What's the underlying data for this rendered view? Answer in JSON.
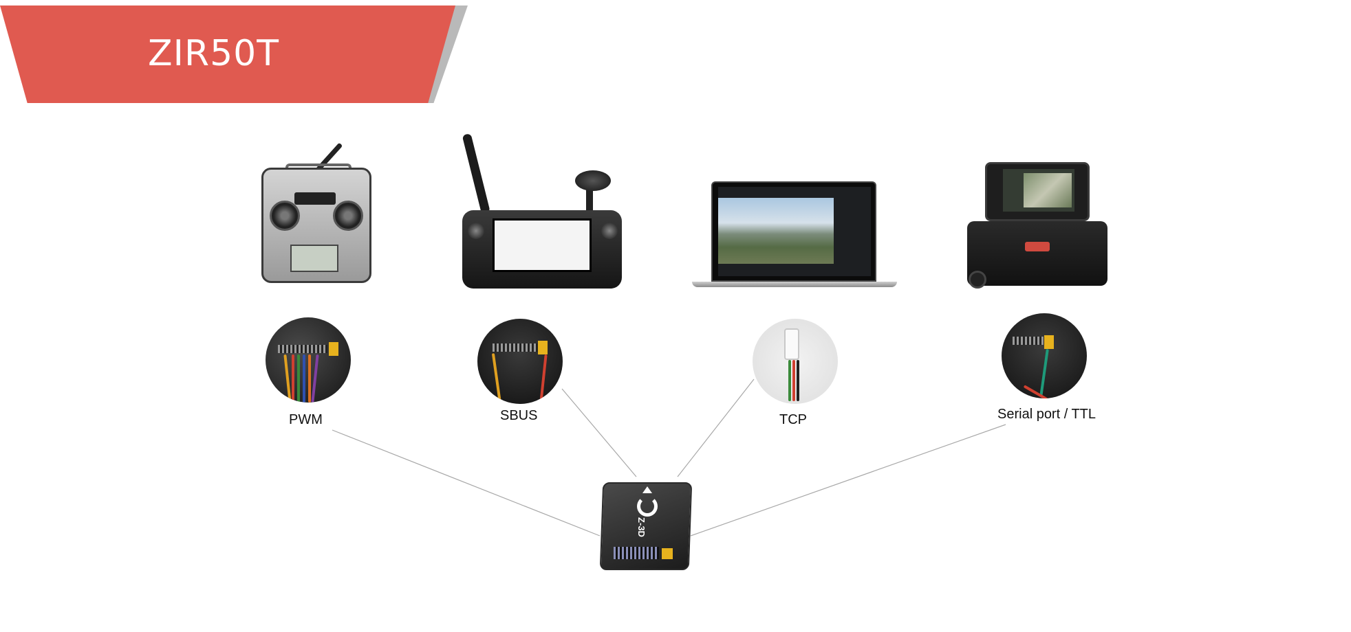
{
  "banner": {
    "title": "ZIR50T",
    "color": "#e05a50"
  },
  "devices": [
    {
      "name": "radio transmitter",
      "icon": "radio-transmitter-icon"
    },
    {
      "name": "handheld ground controller",
      "icon": "handheld-controller-icon"
    },
    {
      "name": "laptop",
      "icon": "laptop-icon"
    },
    {
      "name": "portable ground station",
      "icon": "ground-station-case-icon"
    }
  ],
  "connections": [
    {
      "label": "PWM"
    },
    {
      "label": "SBUS"
    },
    {
      "label": "TCP"
    },
    {
      "label": "Serial port / TTL"
    }
  ],
  "hub": {
    "label": "Z-3D"
  },
  "colors": {
    "line": "#a8a8a8",
    "connector_yellow": "#e7b21e"
  }
}
